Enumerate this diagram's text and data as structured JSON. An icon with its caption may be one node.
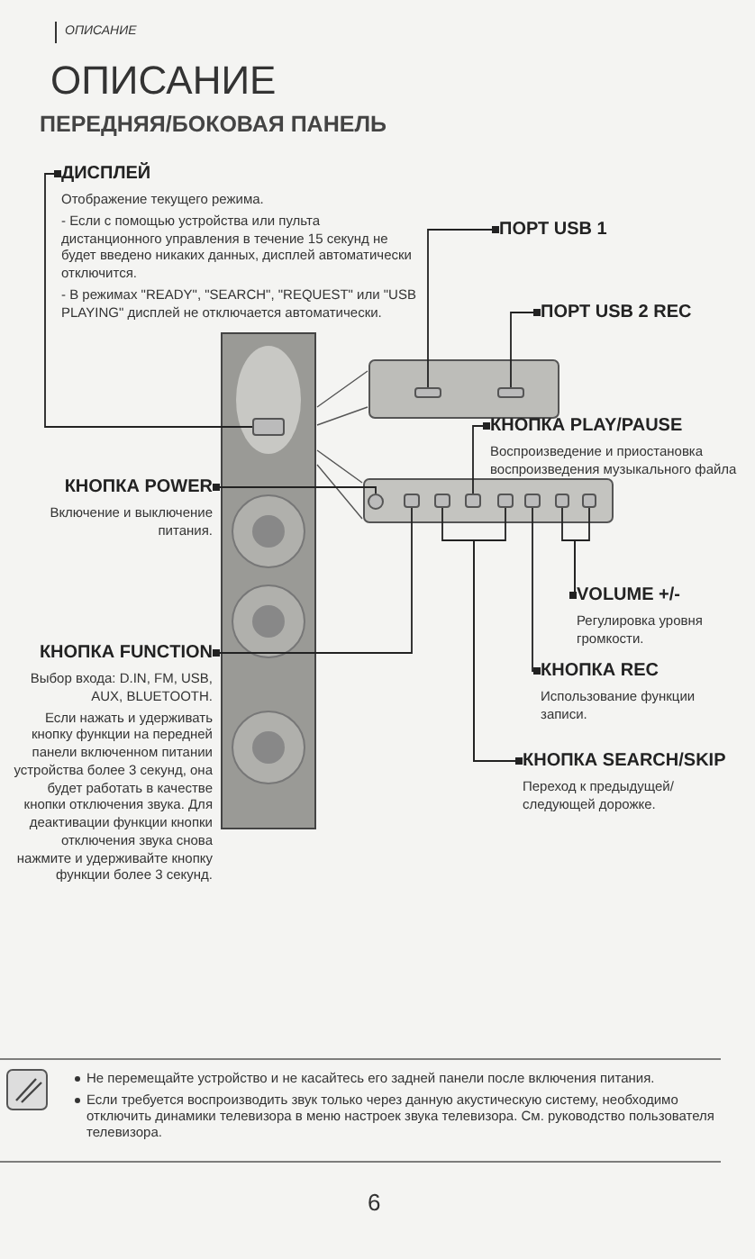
{
  "diagram": {
    "title": "ОПИСАНИЕ",
    "nodes": [
      {
        "text": [
          "ДИСПЛЕЙ",
          "Отображение текущего режима.",
          "- Если с помощью устройства или пульта дистанционного управления в течение 15 секунд не будет введено никаких данных, дисплей автоматически отключится.",
          "- В режимах \"READY\", \"SEARCH\", \"REQUEST\" или \"USB PLAYING\" дисплей не отключается автоматически."
        ]
      },
      {
        "text": [
          "ПОРТ USB 1"
        ]
      },
      {
        "text": [
          "ПОРТ USB 2 REC"
        ]
      },
      {
        "text": [
          "КНОПКА PLAY/PAUSE",
          "Воспроизведение и приостановка воспроизведения музыкального файла"
        ]
      },
      {
        "text": [
          "КНОПКА POWER",
          "Включение и выключение питания."
        ]
      },
      {
        "text": [
          "VOLUME +/-",
          "Регулировка уровня громкости."
        ]
      },
      {
        "text": [
          "КНОПКА FUNCTION",
          "Выбор входа: D.IN, FM, USB, AUX, BLUETOOTH.",
          "Если нажать и удерживать кнопку функции на передней панели включенном питании устройства более 3 секунд, она будет работать в качестве кнопки отключения звука. Для деактивации функции кнопки отключения звука снова нажмите и удерживайте кнопку функции более 3 секунд."
        ]
      },
      {
        "text": [
          "КНОПКА REC",
          "Использование функции записи."
        ]
      },
      {
        "text": [
          "КНОПКА SEARCH/SKIP",
          "Переход к предыдущей/следующей дорожке."
        ]
      },
      {
        "text": [],
        "shape": "box"
      },
      {
        "text": [],
        "shape": "box"
      },
      {
        "text": [],
        "shape": "box"
      },
      {
        "text": [],
        "shape": "circle"
      },
      {
        "text": [],
        "shape": "box"
      },
      {
        "text": [],
        "shape": "box"
      },
      {
        "text": [],
        "shape": "box"
      },
      {
        "text": [],
        "shape": "box"
      },
      {
        "text": [],
        "shape": "box"
      },
      {
        "text": [],
        "shape": "box"
      },
      {
        "text": [],
        "shape": "box"
      }
    ],
    "edges": [
      {
        "from": 0,
        "to": 9,
        "arrow": "other"
      },
      {
        "from": 1,
        "to": 10,
        "arrow": "other"
      },
      {
        "from": 2,
        "to": 11,
        "arrow": "other"
      },
      {
        "from": 3,
        "to": 15,
        "arrow": "other"
      },
      {
        "from": 4,
        "to": 12,
        "arrow": "other"
      },
      {
        "from": 5,
        "to": 18,
        "arrow": "other"
      },
      {
        "from": 5,
        "to": 19,
        "arrow": "other"
      },
      {
        "from": 6,
        "to": 13,
        "arrow": "other"
      },
      {
        "from": 7,
        "to": 17,
        "arrow": "other"
      },
      {
        "from": 8,
        "to": 14,
        "arrow": "other"
      },
      {
        "from": 8,
        "to": 16,
        "arrow": "other"
      }
    ],
    "labels": [
      "ОПИСАНИЕ",
      "ПЕРЕДНЯЯ/БОКОВАЯ ПАНЕЛЬ",
      "Не перемещайте устройство и не касайтесь его задней панели после включения питания.",
      "Если требуется воспроизводить звук только через данную акустическую систему, необходимо отключить динамики телевизора в меню настроек звука телевизора. См. руководство пользователя телевизора.",
      "6"
    ]
  }
}
